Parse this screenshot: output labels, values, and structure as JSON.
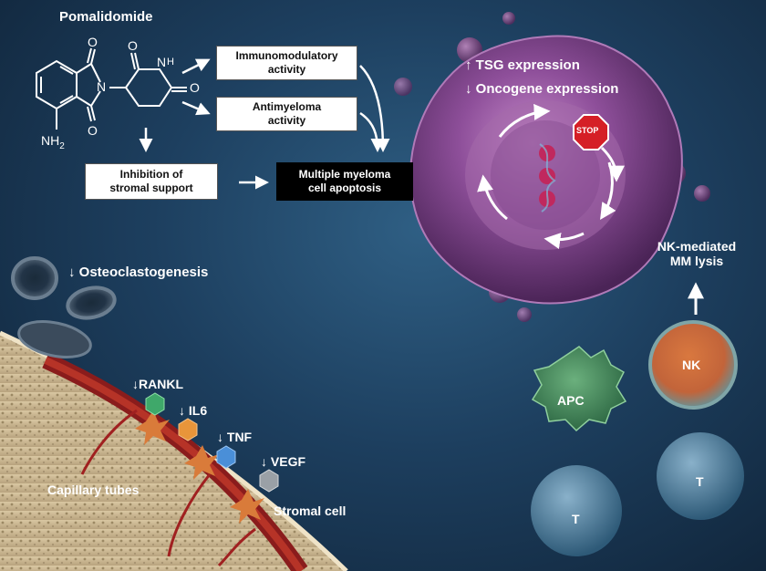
{
  "drug": {
    "name": "Pomalidomide",
    "nh2": "NH",
    "nh2_sub": "2",
    "o_labels": [
      "O",
      "O",
      "O",
      "O"
    ],
    "n_labels": [
      "N",
      "N"
    ],
    "h_label": "H"
  },
  "boxes": {
    "immuno_line1": "Immunomodulatory",
    "immuno_line2": "activity",
    "antimyeloma_line1": "Antimyeloma",
    "antimyeloma_line2": "activity",
    "stromal_line1": "Inhibition of",
    "stromal_line2": "stromal support",
    "apoptosis_line1": "Multiple myeloma",
    "apoptosis_line2": "cell apoptosis"
  },
  "myeloma_cell": {
    "tsg": "TSG expression",
    "oncogene": "Oncogene expression",
    "stop": "STOP"
  },
  "bone": {
    "osteoclast": "Osteoclastogenesis",
    "capillary": "Capillary tubes",
    "stromal_cell": "Stromal cell"
  },
  "cytokines": [
    {
      "label": "RANKL",
      "color": "#3fa86a"
    },
    {
      "label": "IL6",
      "color": "#e8953a"
    },
    {
      "label": "TNF",
      "color": "#4a8fd8"
    },
    {
      "label": "VEGF",
      "color": "#9aa0a6"
    }
  ],
  "immune": {
    "nk_label_line1": "NK-mediated",
    "nk_label_line2": "MM lysis",
    "nk": "NK",
    "apc": "APC",
    "t1": "T",
    "t2": "T"
  },
  "symbols": {
    "up": "↑",
    "down": "↓"
  }
}
